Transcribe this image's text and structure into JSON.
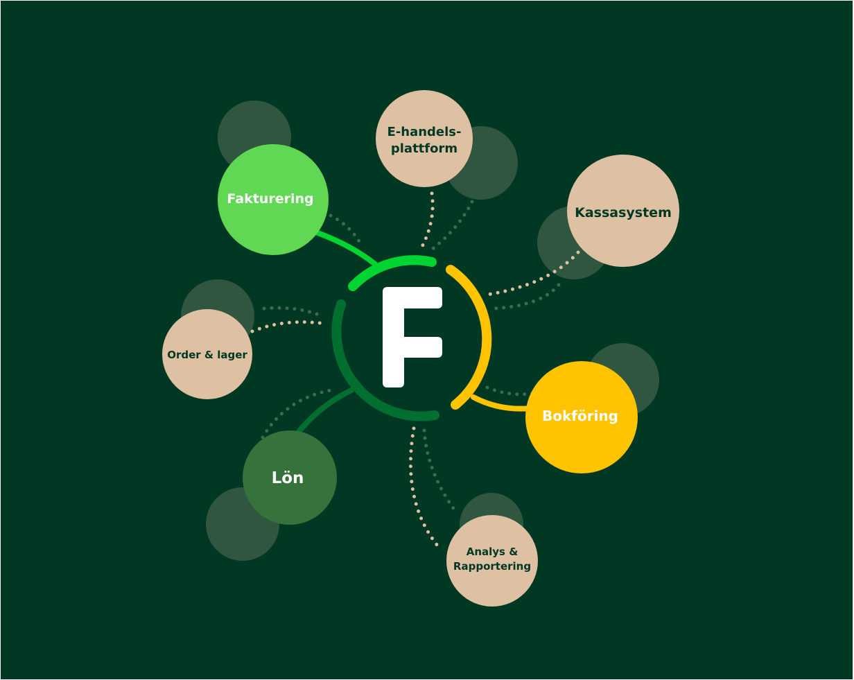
{
  "colors": {
    "background": "#003823",
    "shadow": "#305640",
    "beige": "#DDC1A2",
    "bright_green": "#61D854",
    "arc_green": "#00D430",
    "yellow": "#FFC300",
    "dark_green": "#006F30",
    "lon_green": "#36733C",
    "dark_text": "#003823",
    "white": "#FFFFFF"
  },
  "center": {
    "logo_letter": "F"
  },
  "nodes": {
    "fakturering": {
      "label": "Fakturering"
    },
    "ehandel": {
      "line1": "E-handels-",
      "line2": "plattform"
    },
    "kassa": {
      "label": "Kassasystem"
    },
    "order": {
      "label": "Order & lager"
    },
    "bokforing": {
      "label": "Bokföring"
    },
    "lon": {
      "label": "Lön"
    },
    "analys": {
      "line1": "Analys &",
      "line2": "Rapportering"
    }
  }
}
